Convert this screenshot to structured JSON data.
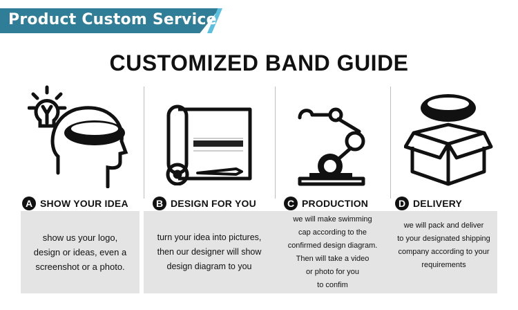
{
  "banner": {
    "title": "Product Custom Service"
  },
  "guide": {
    "title": "CUSTOMIZED BAND GUIDE"
  },
  "steps": [
    {
      "letter": "A",
      "title": "SHOW YOUR IDEA",
      "desc": "show us your logo,\ndesign or ideas, even a\nscreenshot or a photo."
    },
    {
      "letter": "B",
      "title": "DESIGN FOR YOU",
      "desc": "turn your idea into pictures,\nthen our designer will show\ndesign diagram to you"
    },
    {
      "letter": "C",
      "title": "PRODUCTION",
      "desc": "we will make swimming\ncap according to the\nconfirmed design diagram.\nThen will take a video\nor photo for you\nto confim"
    },
    {
      "letter": "D",
      "title": "DELIVERY",
      "desc": "we will pack and deliver\nto your designated shipping\ncompany according to your\nrequirements"
    }
  ],
  "colors": {
    "banner": "#2f7d96",
    "banner_accent": "#5bc0e0",
    "desc_bg": "#e4e4e4"
  }
}
